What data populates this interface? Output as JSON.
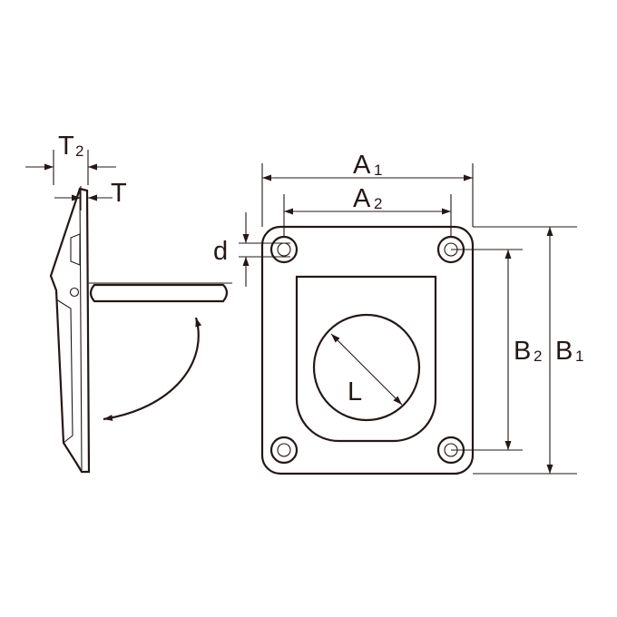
{
  "drawing": {
    "colors": {
      "line": "#231815",
      "background": "#ffffff"
    },
    "labels": {
      "t2": "T",
      "t2_sub": "2",
      "t": "T",
      "a1": "A",
      "a1_sub": "1",
      "a2": "A",
      "a2_sub": "2",
      "d": "d",
      "l": "L",
      "b2": "B",
      "b2_sub": "2",
      "b1": "B",
      "b1_sub": "1"
    }
  }
}
